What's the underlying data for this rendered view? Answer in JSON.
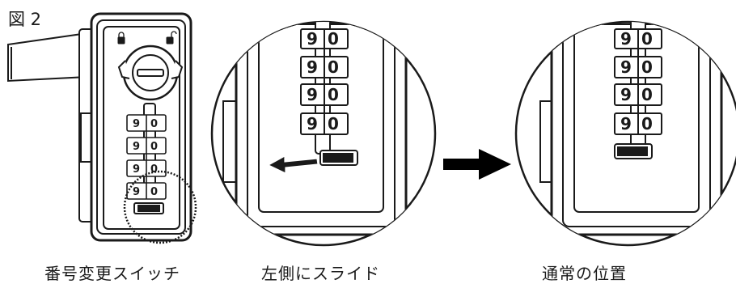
{
  "figure_label": "図 2",
  "captions": {
    "switch": "番号変更スイッチ",
    "slide": "左側にスライド",
    "normal": "通常の位置"
  },
  "dial_digits": [
    "9",
    "0"
  ],
  "colors": {
    "line": "#1a1a1a",
    "fill": "#ffffff",
    "accent": "#000000"
  }
}
